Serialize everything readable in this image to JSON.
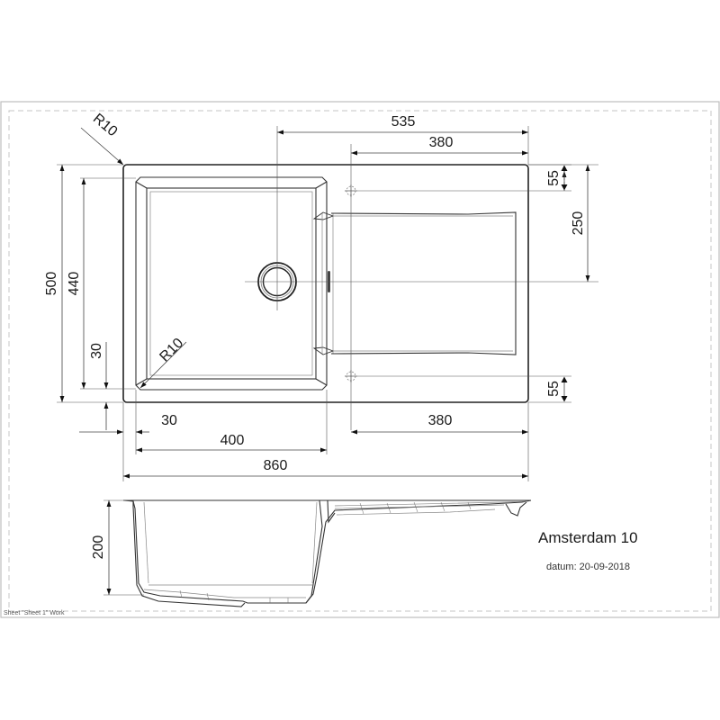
{
  "drawing": {
    "title": "Amsterdam 10",
    "date_label": "datum: 20-09-2018",
    "sheet_label": "Sheet \"Sheet 1\" Work",
    "colors": {
      "line": "#222222",
      "frame": "#bbbbbb",
      "background": "#ffffff"
    }
  },
  "top_view": {
    "radius_outer": "R10",
    "radius_inner": "R10",
    "dimensions": {
      "drain_to_right_edge": "535",
      "tap_holes_span_top": "380",
      "top_tap_hole_offset": "55",
      "drain_offset_from_top": "250",
      "bottom_tap_hole_offset": "55",
      "overall_depth": "500",
      "bowl_depth": "440",
      "bowl_edge_offset_vertical": "30",
      "bowl_edge_offset_horizontal": "30",
      "bowl_width": "400",
      "drainer_width": "380",
      "overall_width": "860"
    }
  },
  "side_view": {
    "dimensions": {
      "bowl_height": "200"
    }
  }
}
